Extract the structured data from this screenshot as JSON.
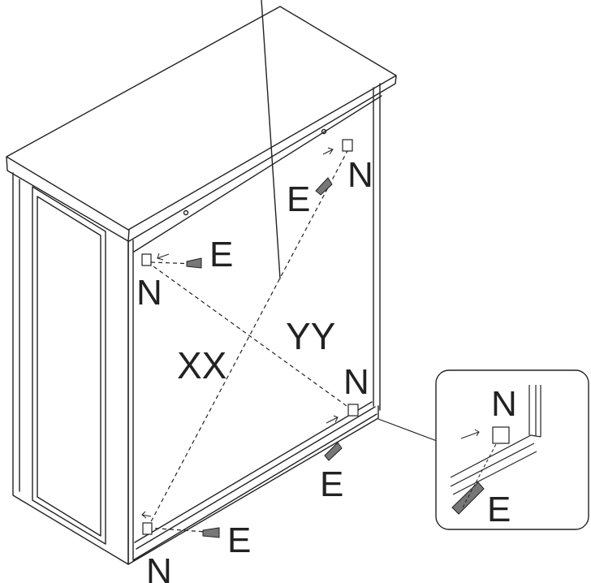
{
  "labels": {
    "fitting": "N",
    "screw": "E",
    "diagonal_1": "XX",
    "diagonal_2": "YY"
  },
  "colors": {
    "line": "#222222",
    "background": "#ffffff"
  }
}
